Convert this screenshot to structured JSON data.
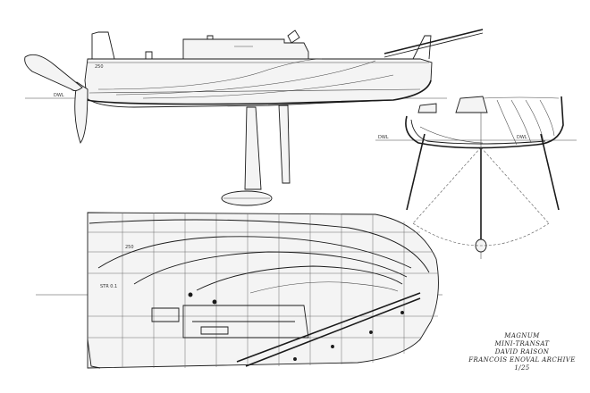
{
  "labels": {
    "dwl_profile": "DWL",
    "sheer_mark": "250",
    "dwl_stern": "DWL",
    "dwl_section": "DWL",
    "plan_buttock": "250",
    "plan_station": "STR 0.1"
  },
  "title_block": {
    "line1": "MAGNUM",
    "line2": "MINI-TRANSAT",
    "line3": "DAVID RAISON",
    "line4": "FRANCOIS ENOVAL ARCHIVE",
    "line5": "1/25"
  }
}
